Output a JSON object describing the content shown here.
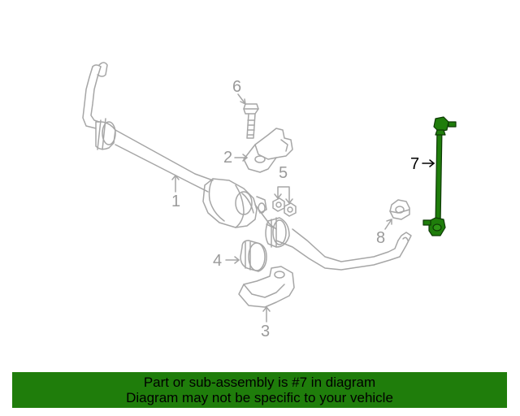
{
  "callouts": {
    "c1": "1",
    "c2": "2",
    "c3": "3",
    "c4": "4",
    "c5": "5",
    "c6": "6",
    "c7": "7",
    "c8": "8"
  },
  "highlighted_part": "7",
  "colors": {
    "line": "#a6a6a6",
    "highlight": "#1f7d0b",
    "banner_bg": "#1f7d0b",
    "banner_text": "#000000"
  },
  "banner": {
    "line1": "Part or sub-assembly is #7 in diagram",
    "line2": "Diagram may not be specific to your vehicle"
  }
}
